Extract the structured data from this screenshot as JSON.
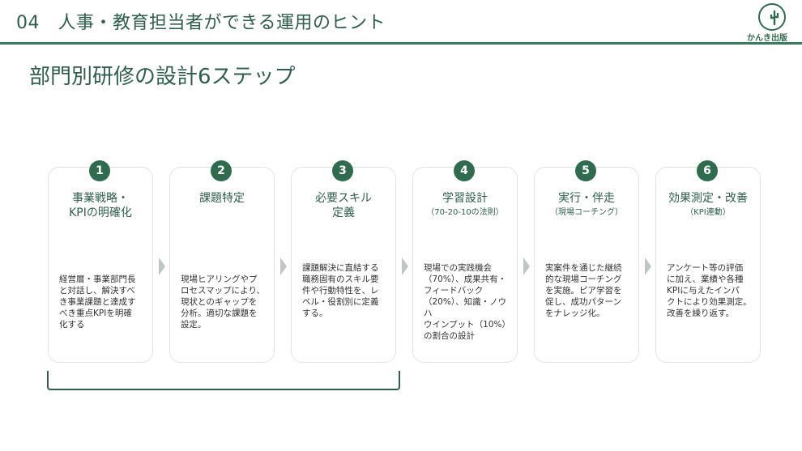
{
  "header": {
    "title": "04　人事・教育担当者ができる運用のヒント"
  },
  "logo": {
    "text": "かんき出版"
  },
  "page_title": "部門別研修の設計6ステップ",
  "steps": [
    {
      "number": "1",
      "title": "事業戦略・\nKPIの明確化",
      "subtitle": "",
      "body": "経営層・事業部門長\nと対話し、解決すべ\nき事業課題と達成す\nべき重点KPIを明確\n化する"
    },
    {
      "number": "2",
      "title": "課題特定",
      "subtitle": "",
      "body": "現場ヒアリングやプ\nロセスマップにより、\n現状とのギャップを\n分析。適切な課題を\n設定。"
    },
    {
      "number": "3",
      "title": "必要スキル\n定義",
      "subtitle": "",
      "body": "課題解決に直結する\n職務固有のスキル要\n件や行動特性を、レ\nベル・役割別に定義\nする。"
    },
    {
      "number": "4",
      "title": "学習設計",
      "subtitle": "（70-20-10の法則）",
      "body": "現場での実践機会\n（70%）、成果共有・\nフィードバック\n（20%）、知識・ノウハ\nウインプット（10%）\nの割合の設計"
    },
    {
      "number": "5",
      "title": "実行・伴走",
      "subtitle": "（現場コーチング）",
      "body": "実案件を通じた継続\n的な現場コーチング\nを実施。ピア学習を\n促し、成功パターン\nをナレッジ化。"
    },
    {
      "number": "6",
      "title": "効果測定・改善",
      "subtitle": "（KPI連動）",
      "body": "アンケート等の評価\nに加え、業績や各種\nKPIに与えたインパ\nクトにより効果測定。\n改善を繰り返す。"
    }
  ]
}
